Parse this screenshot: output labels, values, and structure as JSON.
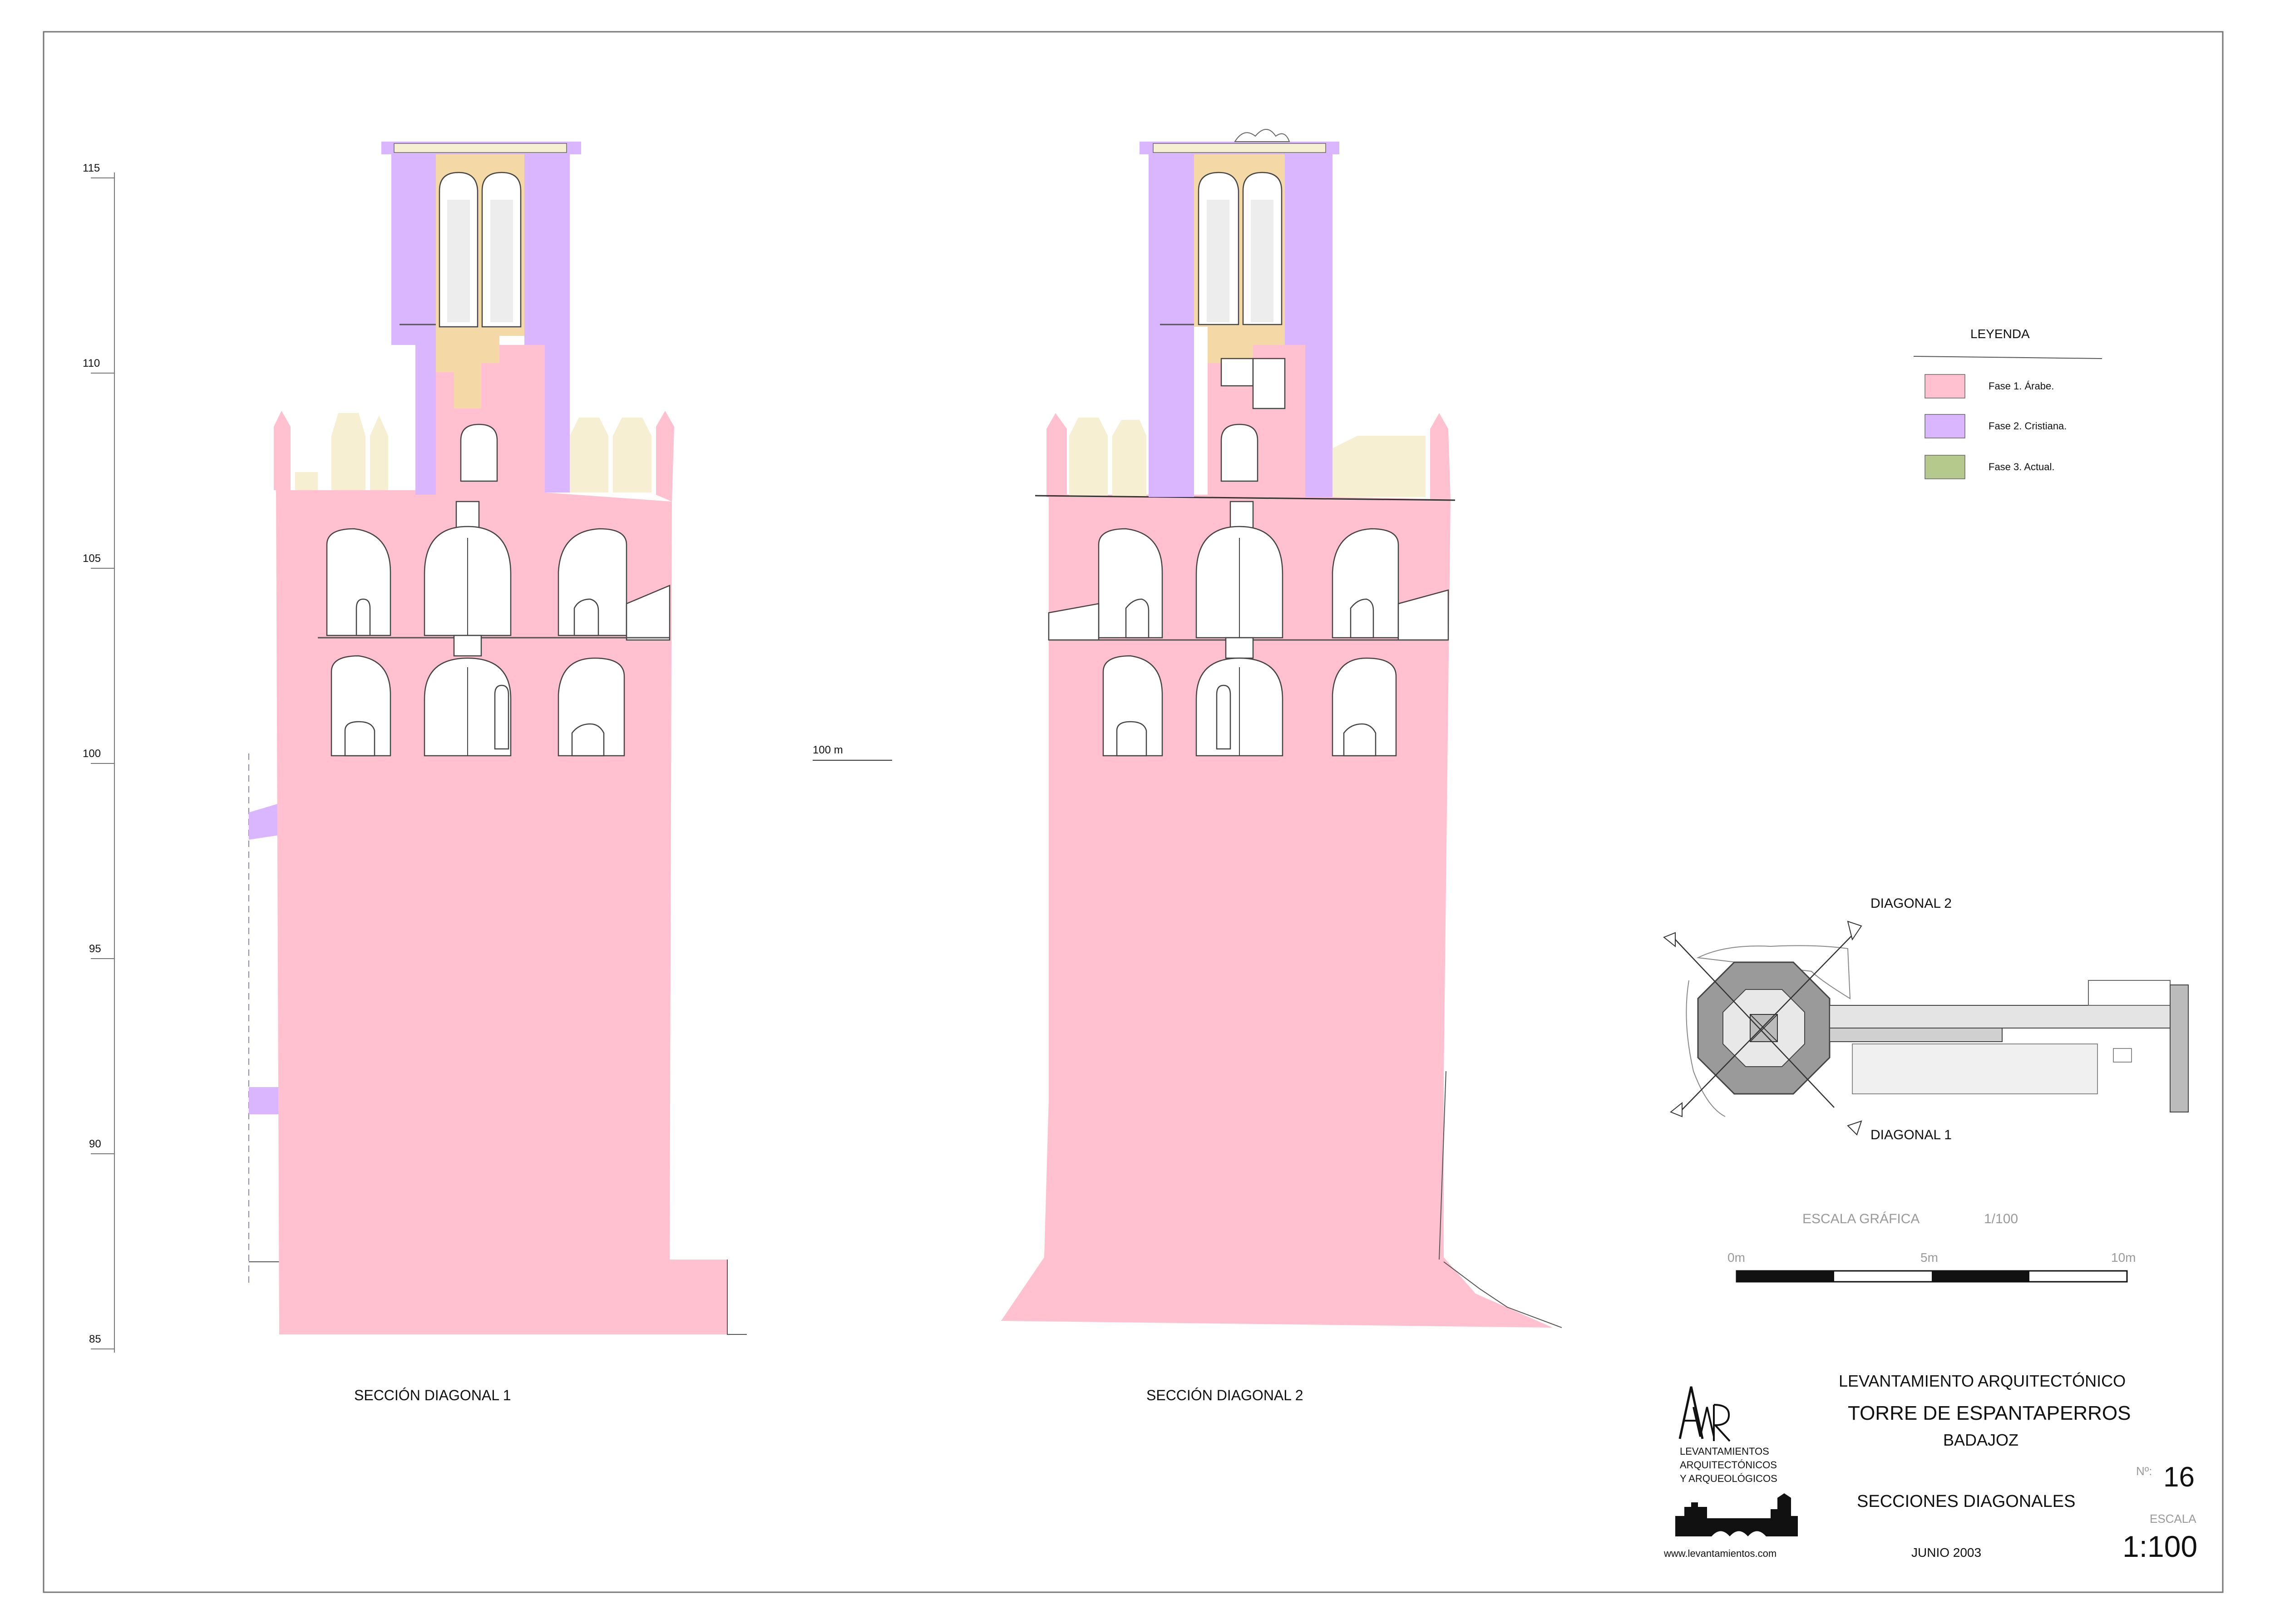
{
  "legend": {
    "title": "LEYENDA",
    "items": [
      {
        "label": "Fase 1. Árabe.",
        "color": "#ffc1cf"
      },
      {
        "label": "Fase 2. Cristiana.",
        "color": "#d9b6ff"
      },
      {
        "label": "Fase 3. Actual.",
        "color": "#b5c98d"
      }
    ]
  },
  "elevation_scale": {
    "labels": [
      "115",
      "110",
      "105",
      "100",
      "95",
      "90",
      "85"
    ],
    "datum_label": "100 m"
  },
  "sections": {
    "section1_label": "SECCIÓN  DIAGONAL 1",
    "section2_label": "SECCIÓN  DIAGONAL 2"
  },
  "key_plan": {
    "diagonal2_label": "DIAGONAL 2",
    "diagonal1_label": "DIAGONAL 1"
  },
  "graphic_scale": {
    "title": "ESCALA  GRÁFICA",
    "ratio": "1/100",
    "ticks": [
      "0m",
      "5m",
      "10m"
    ]
  },
  "title_block": {
    "logo_letters": "AMR",
    "firm_line1": "LEVANTAMIENTOS",
    "firm_line2": "ARQUITECTÓNICOS",
    "firm_line3": "Y ARQUEOLÓGICOS",
    "website": "www.levantamientos.com",
    "project_type": "LEVANTAMIENTO ARQUITECTÓNICO",
    "building": "TORRE DE ESPANTAPERROS",
    "city": "BADAJOZ",
    "sheet_title": "SECCIONES  DIAGONALES",
    "date": "JUNIO  2003",
    "number_label": "Nº:",
    "number": "16",
    "scale_label": "ESCALA",
    "scale": "1:100"
  }
}
